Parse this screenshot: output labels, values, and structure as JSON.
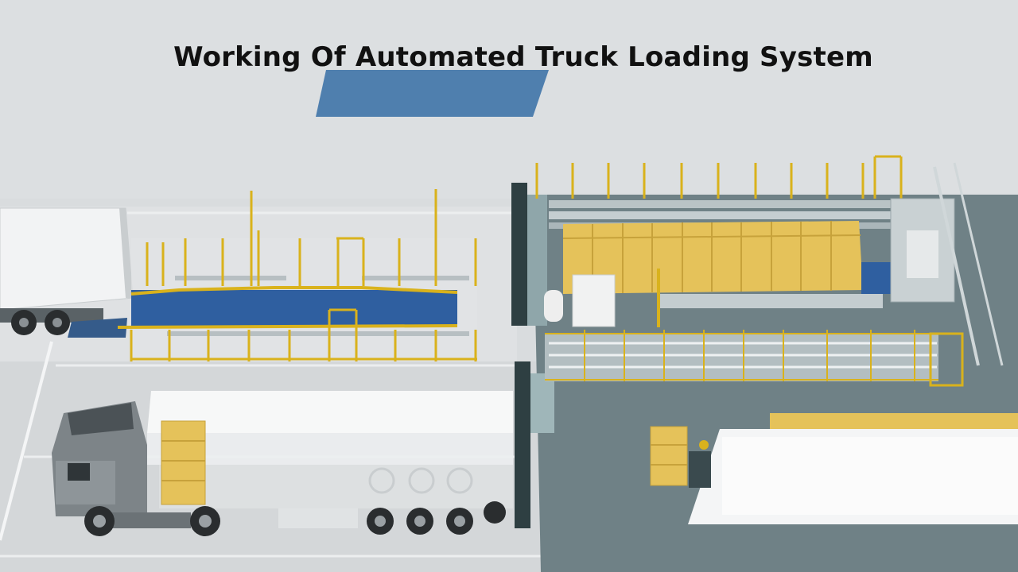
{
  "title": "Working Of Automated Truck Loading System",
  "colors": {
    "floor": "#d9dcde",
    "warehouse_floor": "#6f8186",
    "pallet_yellow": "#e5c25a",
    "conveyor_blue": "#2f5fa0",
    "railing_yellow": "#d9b21c",
    "truck_white": "#f2f3f4",
    "wall_dark": "#2e3f42"
  },
  "scene": {
    "elements": [
      "truck-trailer-top",
      "automated-loading-conveyor",
      "warehouse-wall",
      "warehouse-pallet-stack",
      "roller-conveyor-lines",
      "truck-bottom-with-pallet",
      "forklift-pallet"
    ]
  }
}
